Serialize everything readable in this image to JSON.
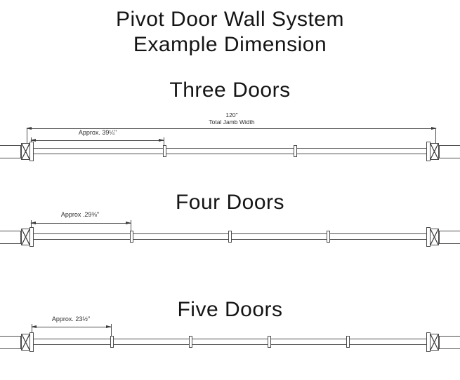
{
  "page": {
    "background": "#ffffff",
    "line_color": "#4d4d4d",
    "text_color": "#141414"
  },
  "title": {
    "line1": "Pivot Door Wall System",
    "line2": "Example Dimension"
  },
  "sections": [
    {
      "heading": "Three Doors",
      "doors": 3,
      "total_width_value": "120\"",
      "total_width_label": "Total Jamb Width",
      "leaf_width_label": "Approx. 39¼\""
    },
    {
      "heading": "Four Doors",
      "doors": 4,
      "leaf_width_label": "Approx .29⅜\""
    },
    {
      "heading": "Five Doors",
      "doors": 5,
      "leaf_width_label": "Approx. 23½\""
    }
  ]
}
